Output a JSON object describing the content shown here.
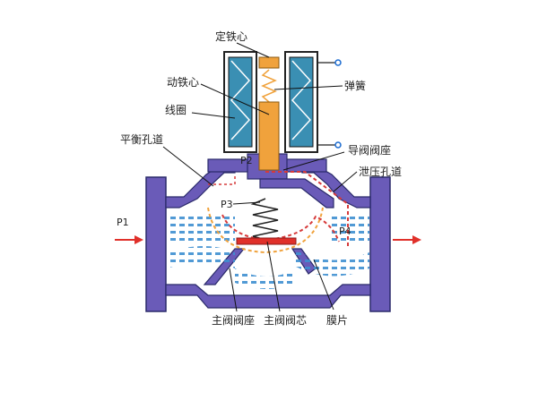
{
  "labels": {
    "fixed_core": "定铁心",
    "moving_core": "动铁心",
    "coil": "线圈",
    "spring": "弹簧",
    "balance_hole": "平衡孔道",
    "pilot_seat": "导阀阀座",
    "relief_hole": "泄压孔道",
    "main_seat": "主阀阀座",
    "main_core": "主阀阀芯",
    "diaphragm": "膜片"
  },
  "pressure_labels": {
    "p1": "P1",
    "p2": "P2",
    "p3": "P3",
    "p4": "P4"
  },
  "colors": {
    "body": "#6a5bb8",
    "body_outline": "#2a2a6a",
    "coil_fill": "#3a8fb3",
    "core": "#f0a23c",
    "flow": "#3e8fd0",
    "arrow": "#e0302a",
    "dash_red": "#d63a3a",
    "dash_orange": "#f0a23c"
  }
}
